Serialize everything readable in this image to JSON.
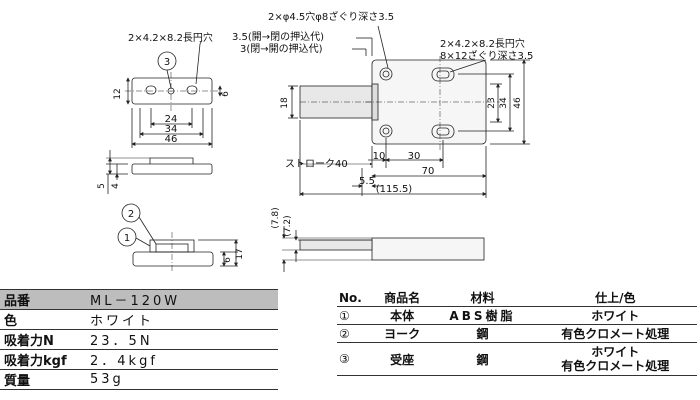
{
  "drawing": {
    "top_view": {
      "slot_note": "2×4.2×8.2長円穴",
      "part_marker": "3",
      "dims": {
        "height": "12",
        "right": "6",
        "d24": "24",
        "d34": "34",
        "d46": "46"
      }
    },
    "side_view_small": {
      "d5": "5",
      "d4": "4"
    },
    "front_view": {
      "markers": [
        "2",
        "1"
      ],
      "d6": "6",
      "d17": "17"
    },
    "main_view": {
      "callout_hole": "2×φ4.5穴φ8ざぐり深さ3.5",
      "callout_open": "3.5(開→閉の押込代)",
      "callout_close": "3(閉→開の押込代)",
      "slot_note_1": "2×4.2×8.2長円穴",
      "slot_note_2": "8×12ざぐり深さ3.5",
      "stroke": "ストローク40",
      "dims": {
        "d18": "18",
        "d23": "23",
        "d34": "34",
        "d46": "46",
        "d10": "10",
        "d30": "30",
        "d5_5": "5.5",
        "d70": "70",
        "d115_5": "(115.5)"
      }
    },
    "bottom_view": {
      "d7_8": "(7.8)",
      "d7_2": "(7.2)"
    }
  },
  "spec_table": {
    "rows": [
      {
        "label": "品番",
        "value": "ML－120W"
      },
      {
        "label": "色",
        "value": "ホワイト"
      },
      {
        "label": "吸着力N",
        "value": "23．5N"
      },
      {
        "label": "吸着力kgf",
        "value": "2．4kgf"
      },
      {
        "label": "質量",
        "value": "53g"
      }
    ]
  },
  "parts_table": {
    "headers": {
      "no": "No.",
      "name": "商品名",
      "material": "材料",
      "finish": "仕上/色"
    },
    "rows": [
      {
        "no": "①",
        "name": "本体",
        "material": "ABS樹脂",
        "finish": "ホワイト",
        "finish2": ""
      },
      {
        "no": "②",
        "name": "ヨーク",
        "material": "鋼",
        "finish": "有色クロメート処理",
        "finish2": ""
      },
      {
        "no": "③",
        "name": "受座",
        "material": "鋼",
        "finish": "ホワイト",
        "finish2": "有色クロメート処理"
      }
    ]
  }
}
